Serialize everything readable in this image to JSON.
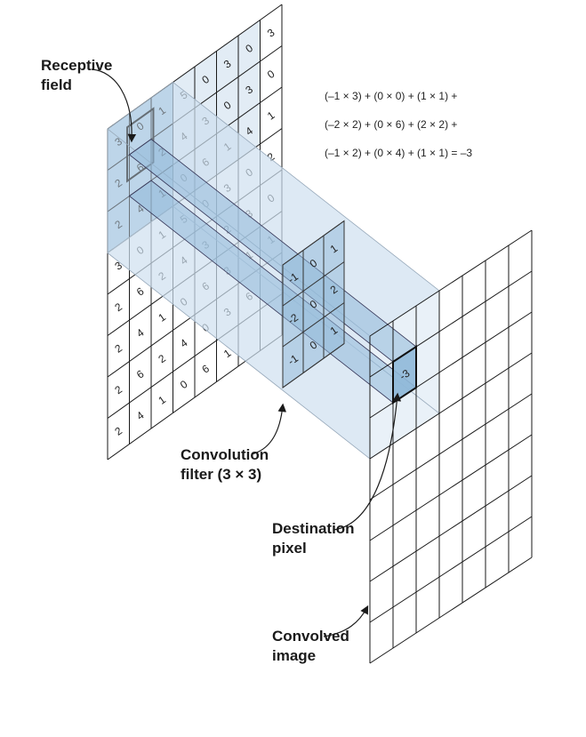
{
  "labels": {
    "receptive_field": [
      "Receptive",
      "field"
    ],
    "convolution_filter": [
      "Convolution",
      "filter (3 × 3)"
    ],
    "destination_pixel": [
      "Destination",
      "pixel"
    ],
    "convolved_image": [
      "Convolved",
      "image"
    ]
  },
  "equation": [
    "(–1 × 3) + (0 × 0) + (1 × 1) +",
    "(–2 × 2) + (0 × 6) + (2 × 2) +",
    "(–1 × 2) + (0 × 4) + (1 × 1) = –3"
  ],
  "input_image": [
    [
      "3",
      "0",
      "1",
      "5",
      "0",
      "3",
      "0",
      "3"
    ],
    [
      "2",
      "6",
      "2",
      "4",
      "3",
      "0",
      "3",
      "0"
    ],
    [
      "2",
      "4",
      "1",
      "0",
      "6",
      "1",
      "4",
      "1"
    ],
    [
      "3",
      "0",
      "1",
      "5",
      "0",
      "3",
      "0",
      "2"
    ],
    [
      "2",
      "6",
      "2",
      "4",
      "3",
      "2",
      "3",
      "0"
    ],
    [
      "2",
      "4",
      "1",
      "0",
      "6",
      "3",
      "1",
      "1"
    ],
    [
      "2",
      "6",
      "2",
      "4",
      "0",
      "3",
      "6",
      ""
    ],
    [
      "2",
      "4",
      "1",
      "0",
      "6",
      "1",
      "",
      ""
    ]
  ],
  "filter_kernel": [
    [
      "-1",
      "0",
      "1"
    ],
    [
      "-2",
      "0",
      "2"
    ],
    [
      "-1",
      "0",
      "1"
    ]
  ],
  "destination_value": "-3",
  "colors": {
    "highlight": "#8fb8d8",
    "highlight_light": "#cfe0ef",
    "line": "#1a1a1a"
  }
}
